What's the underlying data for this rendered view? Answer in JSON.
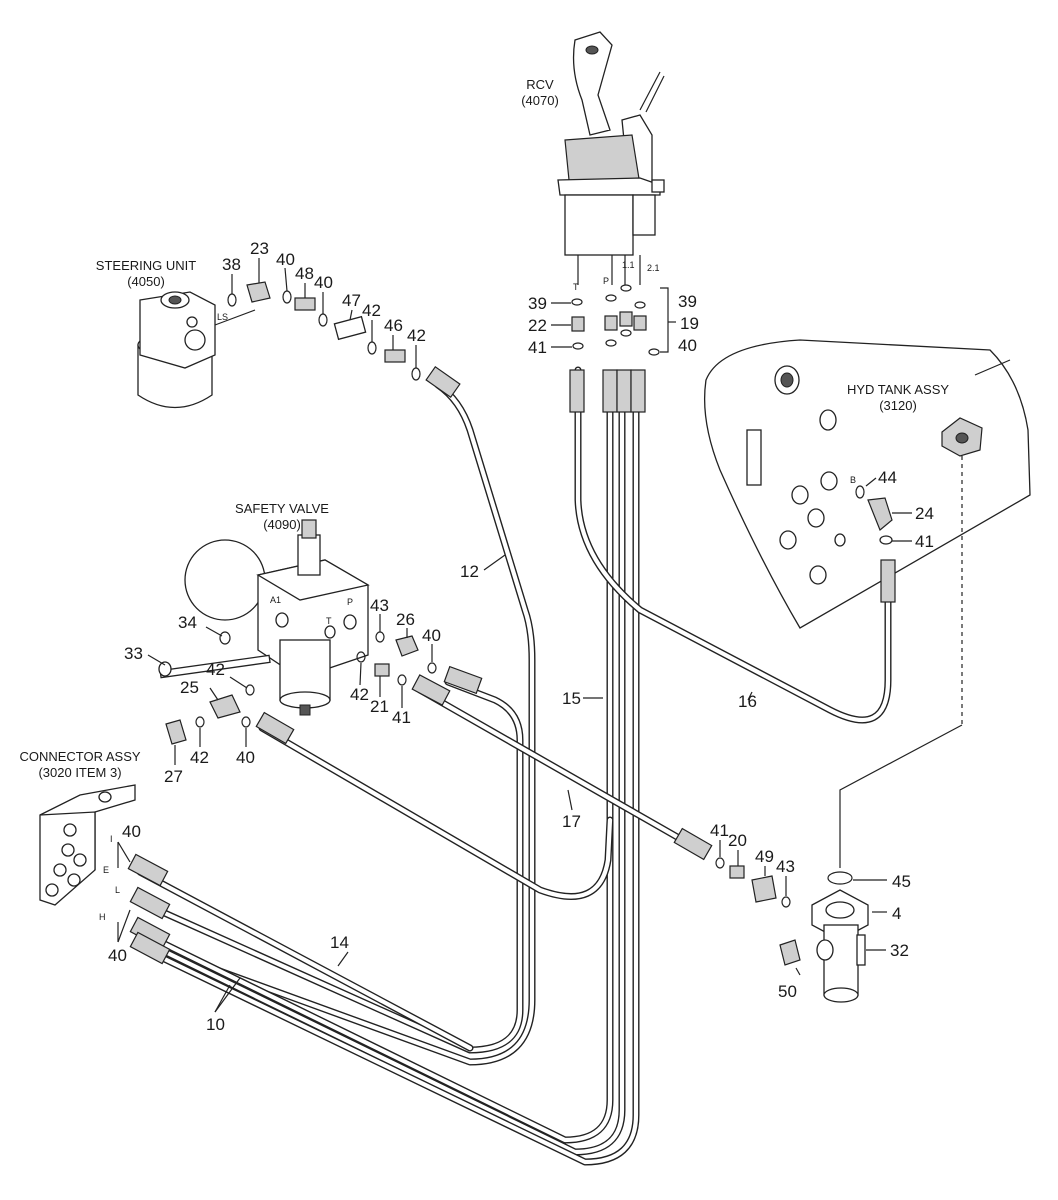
{
  "assemblies": {
    "rcv": {
      "name": "RCV",
      "ref": "(4070)"
    },
    "steering_unit": {
      "name": "STEERING UNIT",
      "ref": "(4050)"
    },
    "safety_valve": {
      "name": "SAFETY VALVE",
      "ref": "(4090)"
    },
    "hyd_tank": {
      "name": "HYD TANK ASSY",
      "ref": "(3120)"
    },
    "connector": {
      "name": "CONNECTOR ASSY",
      "ref": "(3020 ITEM 3)"
    }
  },
  "ports": {
    "ls": "LS",
    "a1": "A1",
    "p_sv": "P",
    "t_sv": "T",
    "t_rcv": "T",
    "p_rcv": "P",
    "r11": "1.1",
    "r21": "2.1",
    "b_tank": "B",
    "i_con": "I",
    "e_con": "E",
    "l_con": "L",
    "h_con": "H"
  },
  "callouts": {
    "c23": "23",
    "c38": "38",
    "c40a": "40",
    "c48": "48",
    "c40b": "40",
    "c47": "47",
    "c42a": "42",
    "c46": "46",
    "c42b": "42",
    "c39l": "39",
    "c22": "22",
    "c41l": "41",
    "c39r": "39",
    "c19": "19",
    "c40r": "40",
    "c44": "44",
    "c24": "24",
    "c41t": "41",
    "c12": "12",
    "c34": "34",
    "c43a": "43",
    "c26": "26",
    "c40c": "40",
    "c33": "33",
    "c42c": "42",
    "c25": "25",
    "c42d": "42",
    "c21": "21",
    "c41m": "41",
    "c27": "27",
    "c42e": "42",
    "c40d": "40",
    "c15": "15",
    "c16": "16",
    "c17": "17",
    "c41b": "41",
    "c20": "20",
    "c49": "49",
    "c43b": "43",
    "c45": "45",
    "c4": "4",
    "c32": "32",
    "c50": "50",
    "c40e": "40",
    "c40f": "40",
    "c14": "14",
    "c10": "10"
  }
}
